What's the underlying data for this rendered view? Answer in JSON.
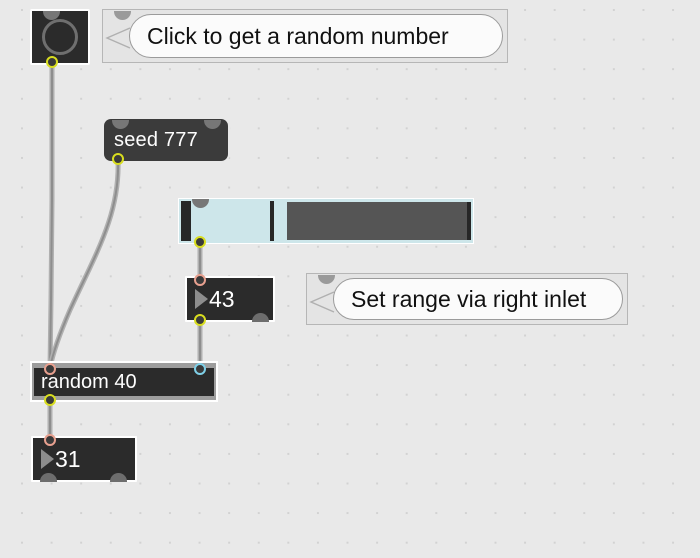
{
  "app": {
    "name": "Max patcher canvas",
    "background_color": "#e9e9e9",
    "grid_dot_color": "#d2d2d2"
  },
  "objects": {
    "bang": {
      "name": "bang",
      "label": "",
      "inlet": "bang-inlet",
      "outlet": "bang-outlet"
    },
    "seed_message": {
      "text": "seed 777",
      "type": "message"
    },
    "random_object": {
      "text": "random 40",
      "type": "object",
      "selected": true
    },
    "range_number_box": {
      "value": "43",
      "type": "number"
    },
    "output_number_box": {
      "value": "31",
      "type": "number"
    },
    "slider": {
      "type": "hslider",
      "fill_color": "#cde6ea",
      "bar_color": "#555555",
      "knob_position_pct": 3
    }
  },
  "comments": {
    "click_comment": {
      "text": "Click to get a random number"
    },
    "range_comment": {
      "text": "Set range via right inlet"
    }
  }
}
